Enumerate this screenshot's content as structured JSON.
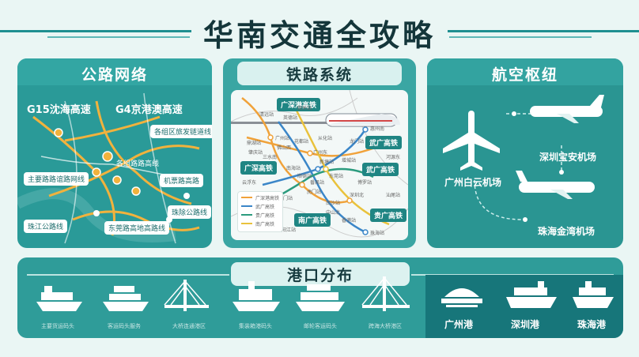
{
  "page_title": "华南交通全攻略",
  "road": {
    "title": "公路网络",
    "top_labels": [
      "G15沈海高速",
      "G4京港澳高速"
    ],
    "tags": [
      "各组区旅发链道线",
      "主要路路谊路网线",
      "机票路高路",
      "珠除公路线",
      "珠江公路线",
      "东莞路高地高路线",
      "各组路路高线"
    ]
  },
  "rail": {
    "title": "铁路系统",
    "tags": [
      "广深港高铁",
      "武广高铁",
      "广深高铁",
      "武广高铁",
      "南广高铁",
      "贵广高铁"
    ],
    "stations": [
      "广州站",
      "广州东",
      "佛山西",
      "肇庆站",
      "深圳北",
      "东莞站",
      "虎门站",
      "惠州南",
      "珠海站",
      "中山北",
      "江门站",
      "清远站",
      "韶关站",
      "新塘站",
      "增城站",
      "英德站",
      "云浮东",
      "南海站",
      "顺德站",
      "番禺站",
      "鼎湖站",
      "三水南",
      "花都站",
      "从化站",
      "龙门站",
      "博罗站",
      "南沙站",
      "香港站",
      "汕尾站",
      "河源东",
      "阳江站"
    ],
    "legend": [
      "广深港高铁",
      "武广高铁",
      "贵广高铁",
      "南广高铁"
    ]
  },
  "air": {
    "title": "航空枢纽",
    "airports": [
      "深圳宝安机场",
      "广州白云机场",
      "珠海金湾机场"
    ]
  },
  "port": {
    "title": "港口分布",
    "icon_captions": [
      "主要货运码头",
      "客运码头服务",
      "大桥连通港区",
      "集装箱港码头",
      "邮轮客运码头",
      "跨海大桥港区"
    ],
    "ports": [
      "广州港",
      "深圳港",
      "珠海港"
    ]
  },
  "colors": {
    "teal": "#2a9a98",
    "dark_teal": "#17767a",
    "rail_orange": "#f0a23a",
    "rail_blue": "#3b86c8",
    "rail_green": "#2b9b7e",
    "rail_gold": "#e9c23c"
  }
}
